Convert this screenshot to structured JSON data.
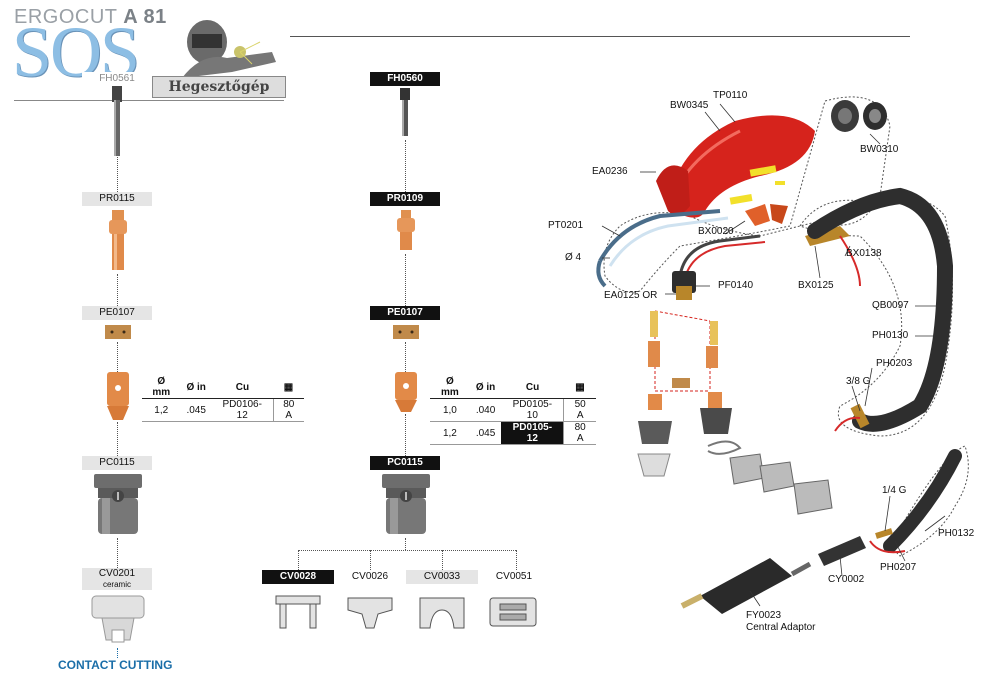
{
  "header": {
    "title_prefix": "ERGOCUT",
    "title_model": "A 81"
  },
  "watermark": {
    "logo_text": "SOS",
    "brand_label": "Hegesztőgép"
  },
  "left_column": {
    "parts": [
      "FH0561",
      "PR0115",
      "PE0107",
      "PC0115",
      "CV0201"
    ],
    "cv_note": "ceramic",
    "contact_label": "CONTACT CUTTING"
  },
  "center_column": {
    "parts": [
      "FH0560",
      "PR0109",
      "PE0107",
      "PC0115"
    ],
    "cv_options": [
      "CV0028",
      "CV0026",
      "CV0033",
      "CV0051"
    ]
  },
  "spec_table_left": {
    "headers": [
      "Ø mm",
      "Ø in",
      "Cu"
    ],
    "rows": [
      [
        "1,2",
        ".045",
        "PD0106-12",
        "80 A"
      ]
    ]
  },
  "spec_table_center": {
    "headers": [
      "Ø mm",
      "Ø in",
      "Cu"
    ],
    "rows": [
      [
        "1,0",
        ".040",
        "PD0105-10",
        "50 A"
      ],
      [
        "1,2",
        ".045",
        "PD0105-12",
        "80 A"
      ]
    ]
  },
  "exploded": {
    "callouts": {
      "tp0110": "TP0110",
      "bw0345": "BW0345",
      "bw0310": "BW0310",
      "ea0236": "EA0236",
      "pt0201": "PT0201",
      "bx0020": "BX0020",
      "bx0138": "BX0138",
      "d4": "Ø 4",
      "pf0140": "PF0140",
      "bx0125": "BX0125",
      "ea0125": "EA0125 OR",
      "qb0097": "QB0097",
      "ph0130": "PH0130",
      "ph0203": "PH0203",
      "g38": "3/8 G",
      "g14": "1/4 G",
      "ph0132": "PH0132",
      "ph0207": "PH0207",
      "cy0002": "CY0002",
      "fy0023": "FY0023",
      "central": "Central Adaptor"
    }
  },
  "colors": {
    "red": "#d6231c",
    "copper": "#e08a4a",
    "gray_dark": "#555",
    "black": "#111",
    "accent_blue": "#1a6ea8"
  }
}
